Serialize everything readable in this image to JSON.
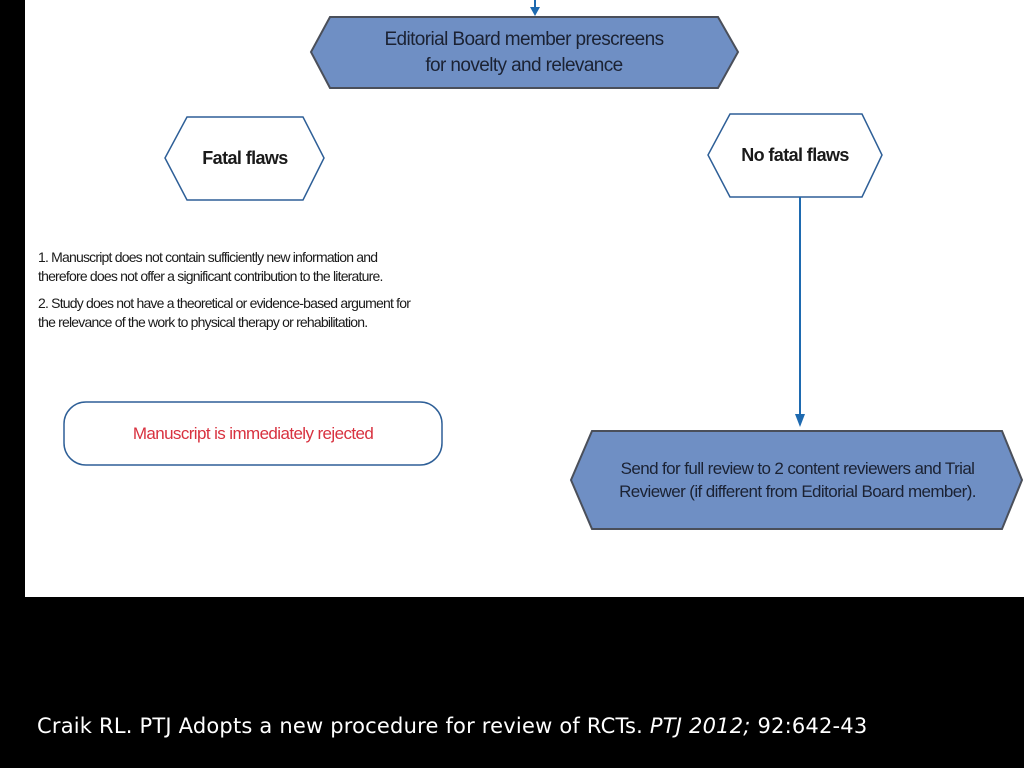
{
  "diagram": {
    "prescreen": {
      "line1": "Editorial Board member prescreens",
      "line2": "for novelty and relevance"
    },
    "fatal": {
      "label": "Fatal flaws"
    },
    "no_fatal": {
      "label": "No fatal flaws"
    },
    "criteria": [
      {
        "line1": "1. Manuscript does not contain sufficiently new information and",
        "line2": "therefore does not offer a significant contribution to the literature."
      },
      {
        "line1": "2. Study does not have a theoretical or evidence-based argument for",
        "line2": "the relevance of the work to physical therapy or rehabilitation."
      }
    ],
    "rejected": {
      "label": "Manuscript is immediately rejected"
    },
    "full_review": {
      "line1": "Send for full review to 2 content reviewers and Trial",
      "line2": "Reviewer (if different from Editorial Board member)."
    }
  },
  "caption": {
    "prefix": "Craik RL. PTJ Adopts a new procedure for review of RCTs. ",
    "journal": "PTJ 2012;",
    "pages": " 92:642-43"
  },
  "colors": {
    "fill_blue": "#6f8fc4",
    "stroke_dark": "#4a4f5a",
    "outline_blue": "#2e5f97",
    "arrow": "#1e6ab0",
    "reject_red": "#d8313f"
  }
}
